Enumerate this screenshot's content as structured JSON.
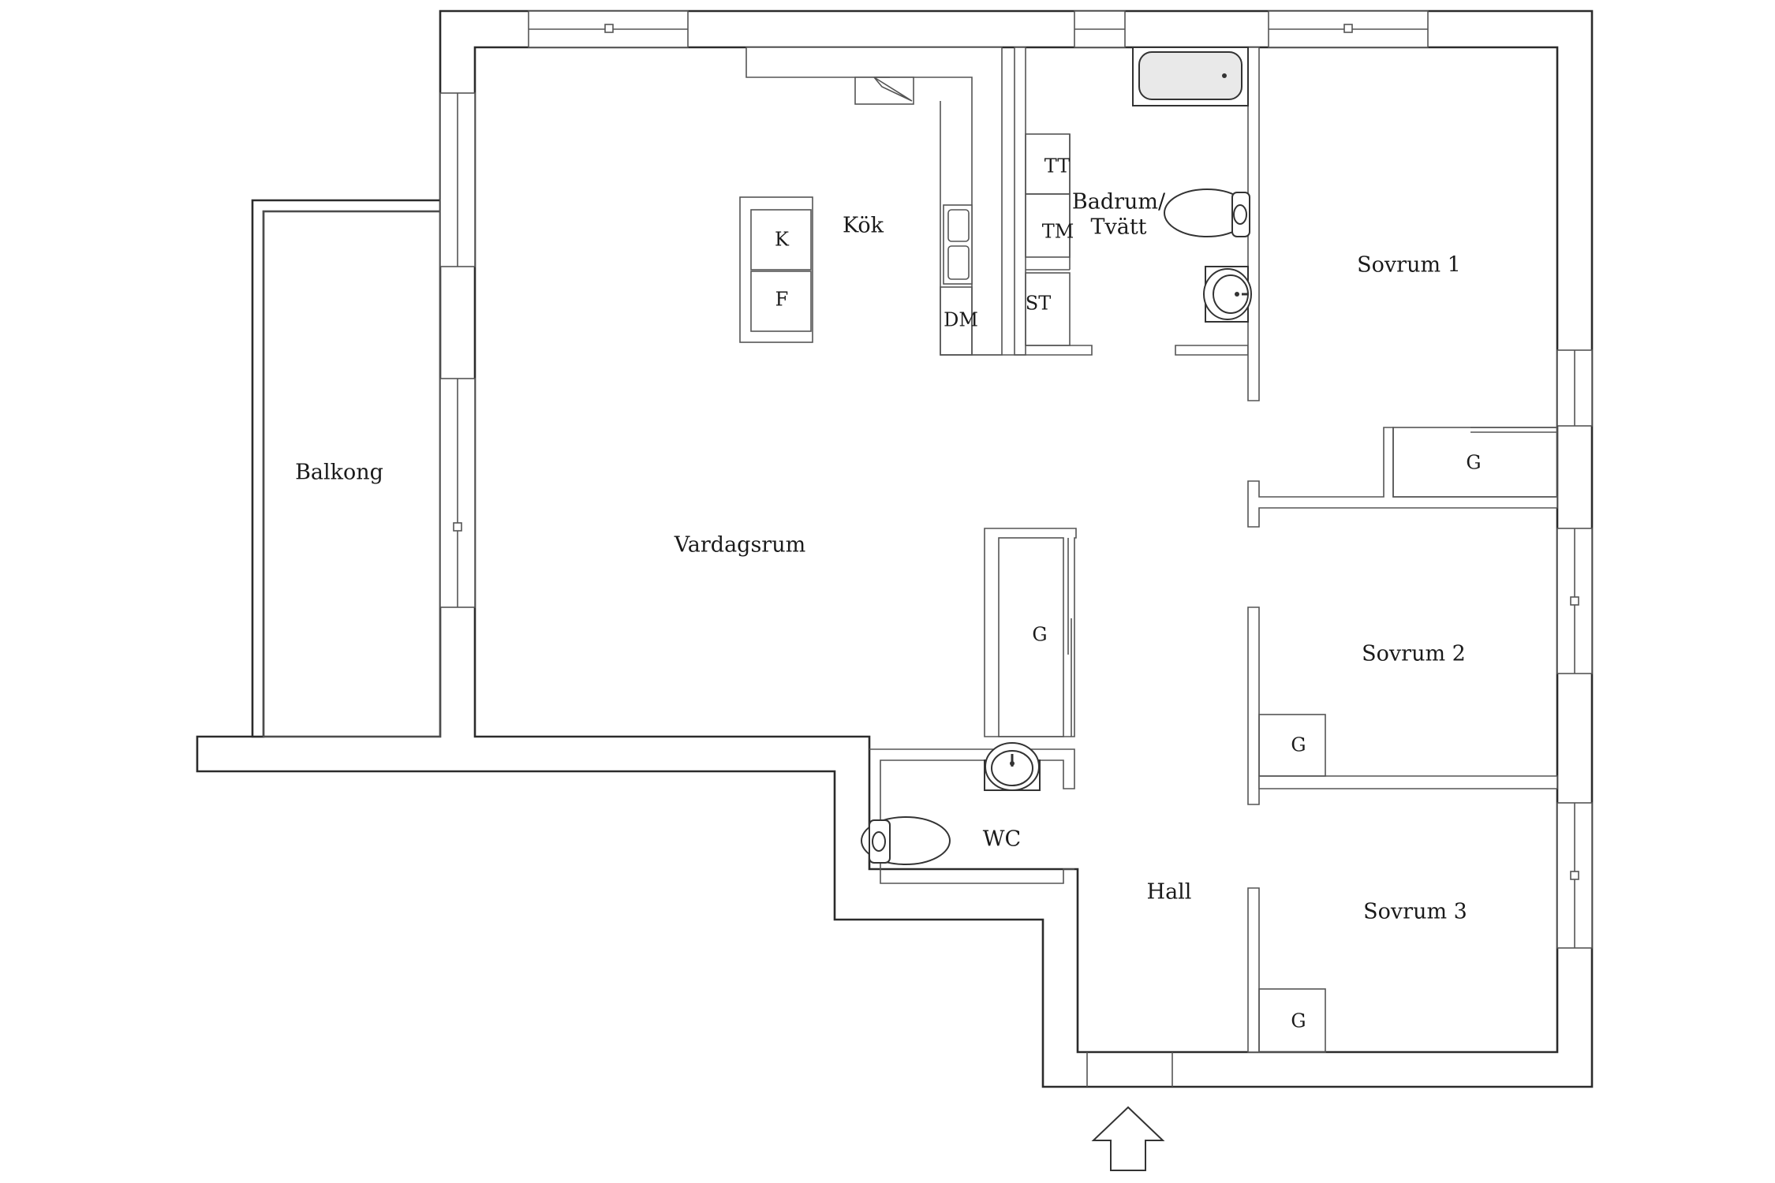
{
  "plan": {
    "rooms": {
      "kitchen": "Kök",
      "bathroom_line1": "Badrum/",
      "bathroom_line2": "Tvätt",
      "bedroom1": "Sovrum 1",
      "balcony": "Balkong",
      "living_room": "Vardagsrum",
      "bedroom2": "Sovrum 2",
      "bedroom3": "Sovrum 3",
      "wc": "WC",
      "hall": "Hall"
    },
    "fixtures": {
      "fridge": "K",
      "freezer": "F",
      "dishwasher": "DM",
      "dryer": "TT",
      "washer": "TM",
      "storage_cabinet": "ST"
    },
    "closets": {
      "bedroom1_wardrobe": "G",
      "living_wardrobe": "G",
      "bedroom2_wardrobe": "G",
      "bedroom3_wardrobe": "G"
    },
    "entrance_marker": "entrance-arrow-icon"
  }
}
